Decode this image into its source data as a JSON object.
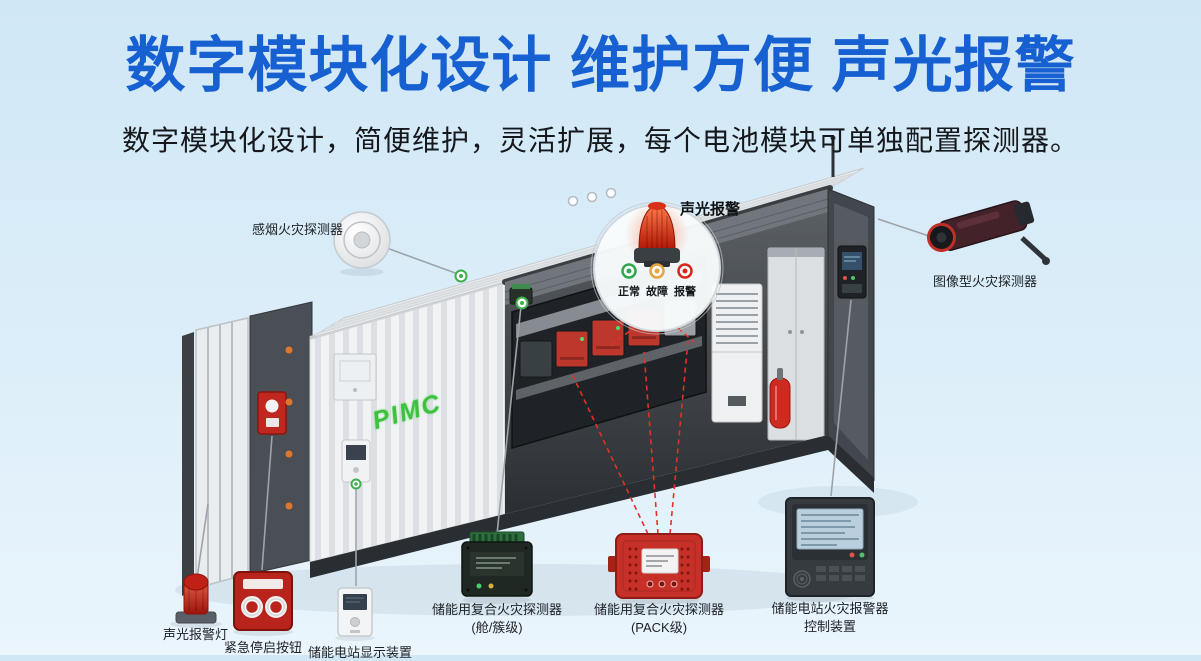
{
  "page": {
    "title": "数字模块化设计 维护方便 声光报警",
    "subtitle": "数字模块化设计，简便维护，灵活扩展，每个电池模块可单独配置探测器。"
  },
  "container": {
    "logo": "PIMC"
  },
  "alarm_callout": {
    "label": "声光报警",
    "indicators": [
      {
        "label": "正常",
        "color": "#2fa84f"
      },
      {
        "label": "故障",
        "color": "#e6a23c"
      },
      {
        "label": "报警",
        "color": "#d9261c"
      }
    ]
  },
  "callouts": {
    "smoke_detector": "感烟火灾探测器",
    "image_fire_detector": "图像型火灾探测器",
    "alarm_lamp": "声光报警灯",
    "emergency_button": "紧急停启按钮",
    "display_device": "储能电站显示装置",
    "cabin_detector": {
      "line1": "储能用复合火灾探测器",
      "line2": "(舱/簇级)"
    },
    "pack_detector": {
      "line1": "储能用复合火灾探测器",
      "line2": "(PACK级)"
    },
    "controller": {
      "line1": "储能电站火灾报警器",
      "line2": "控制装置"
    }
  },
  "colors": {
    "background": "#dceef9",
    "title_blue": "#1760d2",
    "alert_red": "#d9261c",
    "normal_green": "#2fa84f",
    "fault_orange": "#e6a23c"
  }
}
